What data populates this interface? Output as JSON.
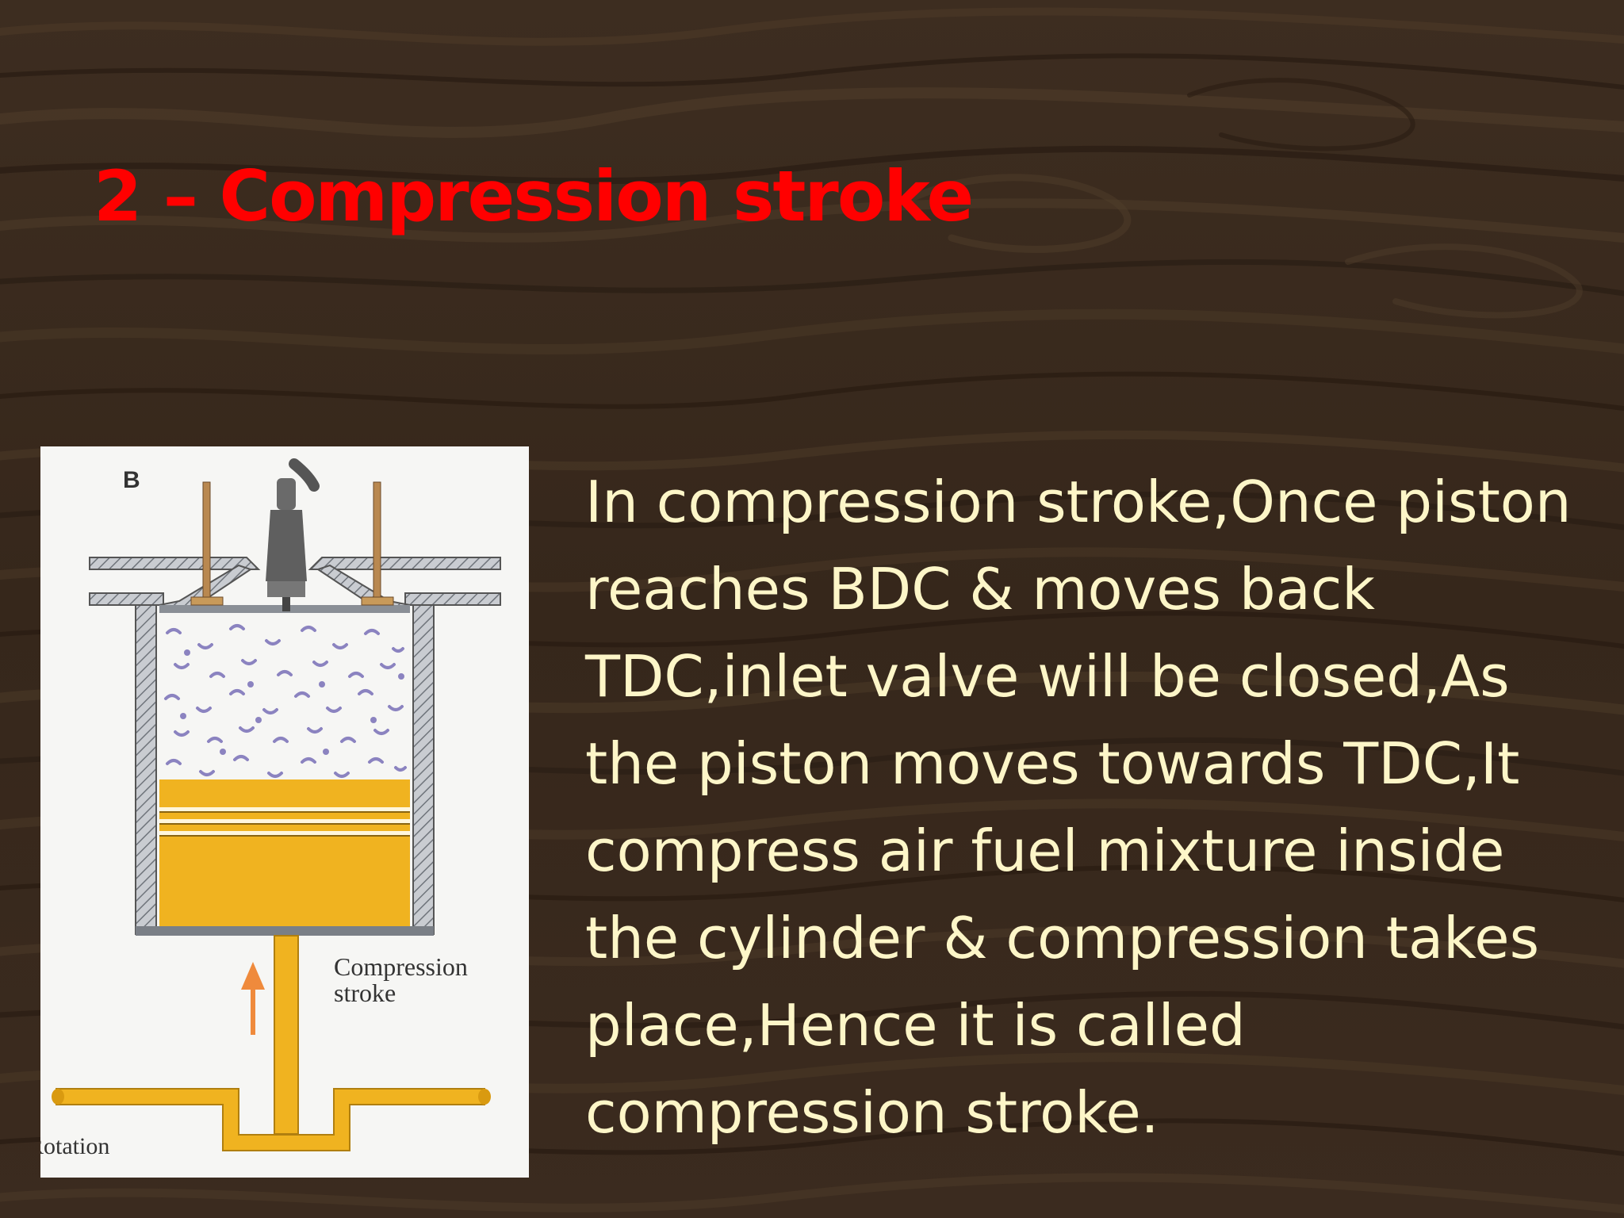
{
  "slide": {
    "title": "2 – Compression stroke",
    "body": "In compression stroke,Once piston reaches BDC & moves back TDC,inlet valve will be closed,As the  piston moves towards TDC,It compress air fuel mixture inside the cylinder & compression takes place,Hence it is called compression stroke.",
    "colors": {
      "title": "#ff0000",
      "body_text": "#fdf6c8",
      "background": "#3a2a1e"
    }
  },
  "figure": {
    "panel_label": "B",
    "stroke_label_line1": "Compression",
    "stroke_label_line2": "stroke",
    "rotation_label": "Rotation",
    "colors": {
      "piston": "#f0b320",
      "wall": "#7a7f86",
      "mixture": "#8b83c0",
      "arrow": "#ef8a3c"
    }
  }
}
